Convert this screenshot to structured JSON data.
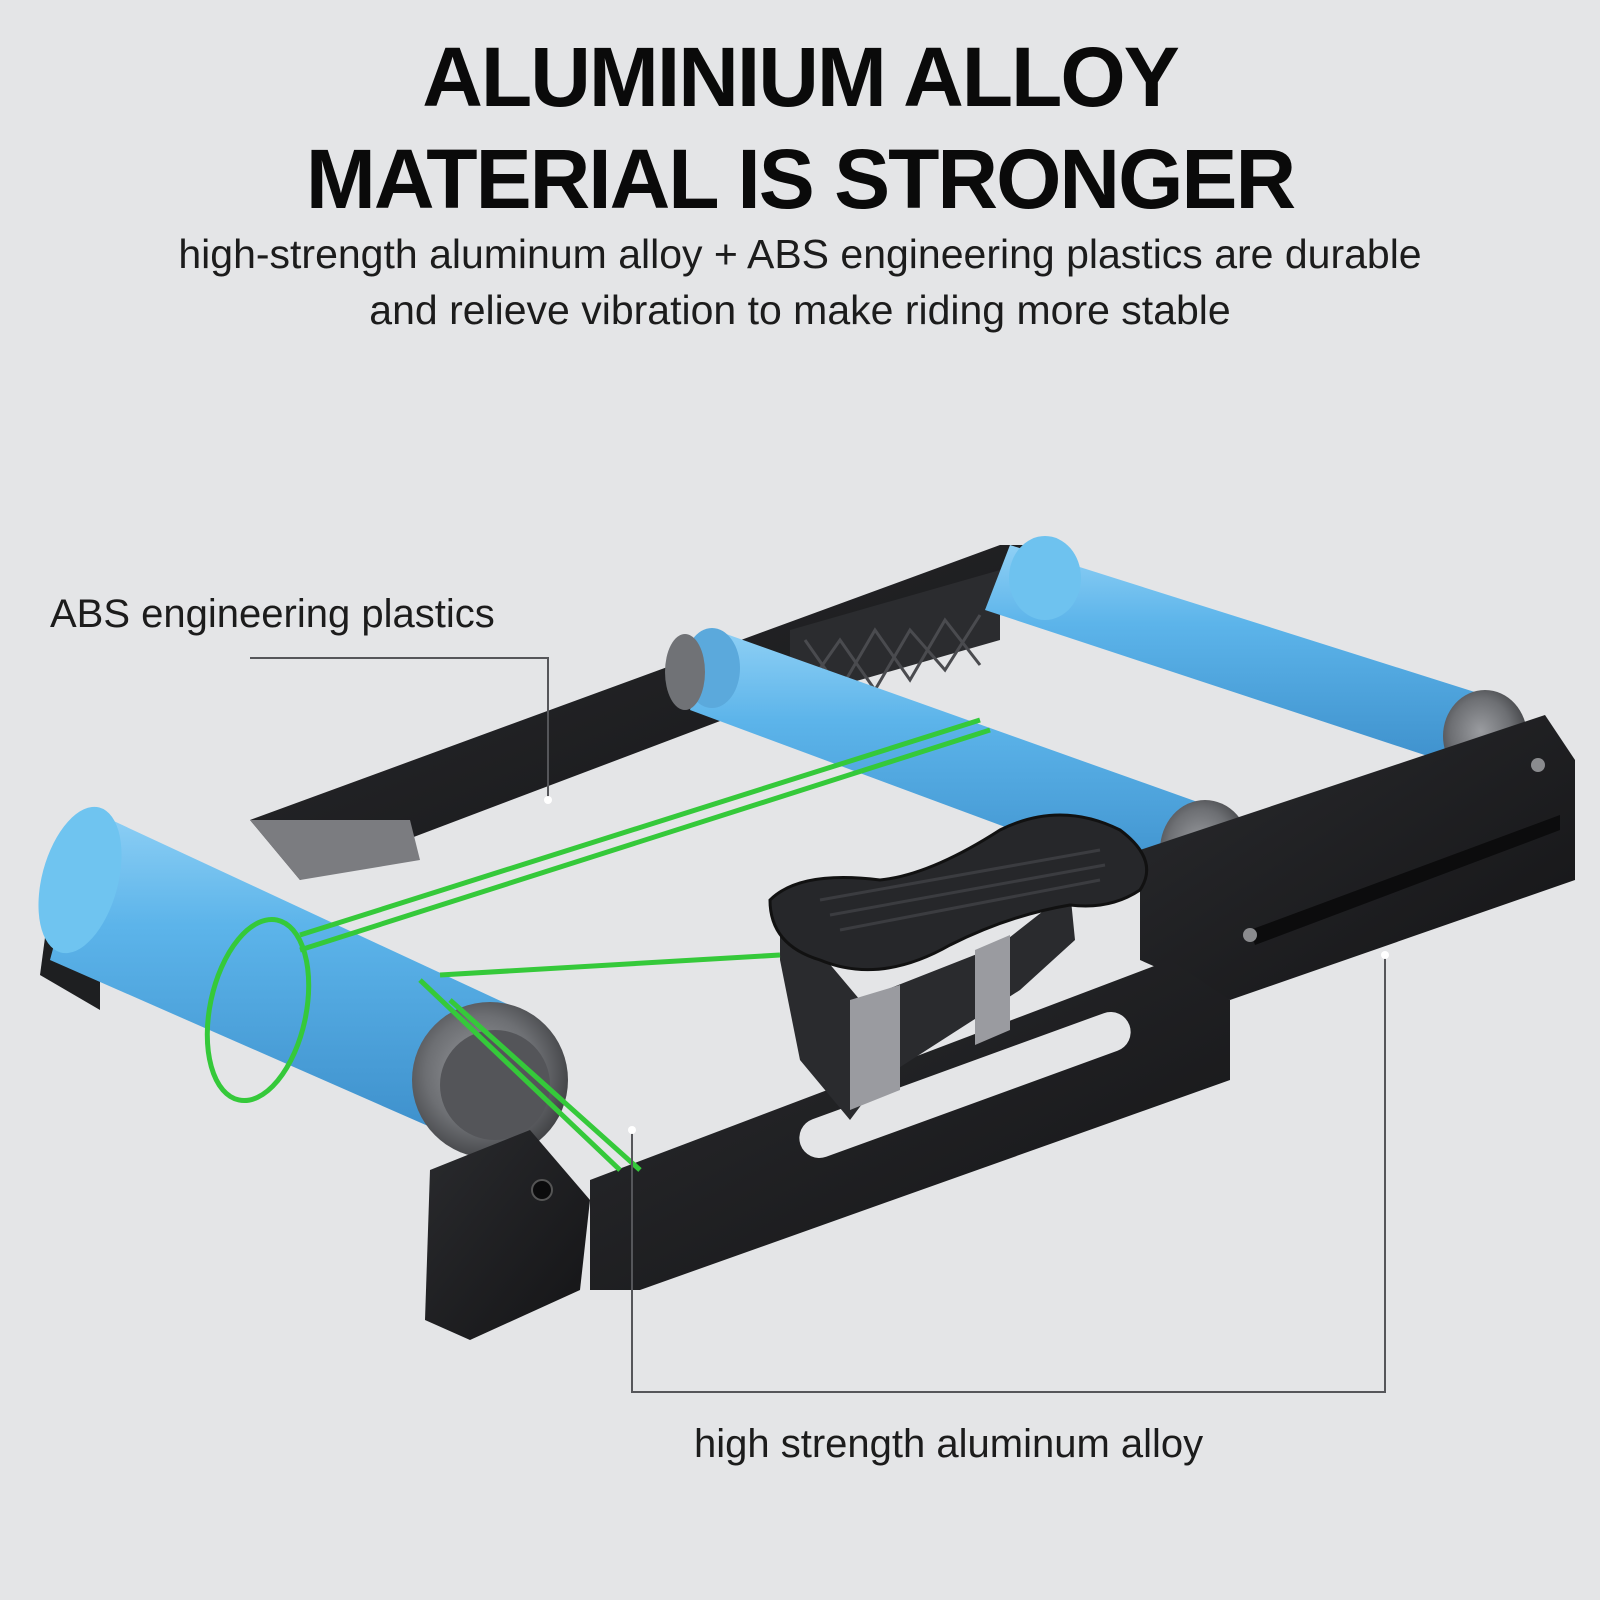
{
  "headline": {
    "line1": "ALUMINIUM ALLOY",
    "line2": "MATERIAL IS STRONGER"
  },
  "subtitle": {
    "line1": "high-strength aluminum alloy + ABS engineering plastics are durable",
    "line2": "and relieve vibration to make riding more stable"
  },
  "callouts": {
    "abs": "ABS engineering plastics",
    "alloy": "high strength aluminum alloy"
  },
  "colors": {
    "background": "#e4e5e7",
    "roller": "#5aaee6",
    "frame": "#1d1e20",
    "band": "#35c93a"
  }
}
